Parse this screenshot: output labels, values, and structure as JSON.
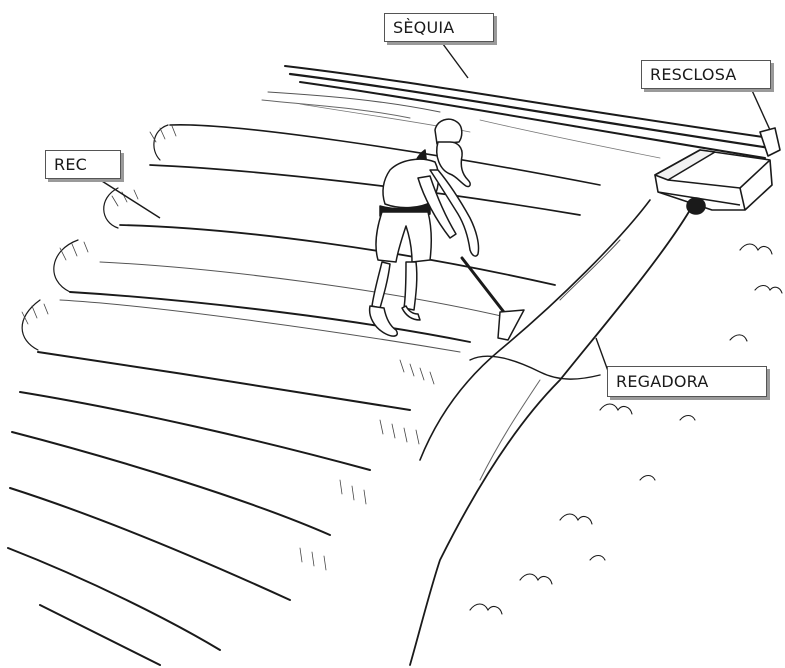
{
  "labels": {
    "sequia": "SÈQUIA",
    "resclosa": "RESCLOSA",
    "rec": "REC",
    "regadora": "REGADORA"
  },
  "colors": {
    "ink": "#1a1a1a",
    "label_border": "#555555",
    "label_shadow": "#9a9a9a",
    "background": "#ffffff"
  }
}
